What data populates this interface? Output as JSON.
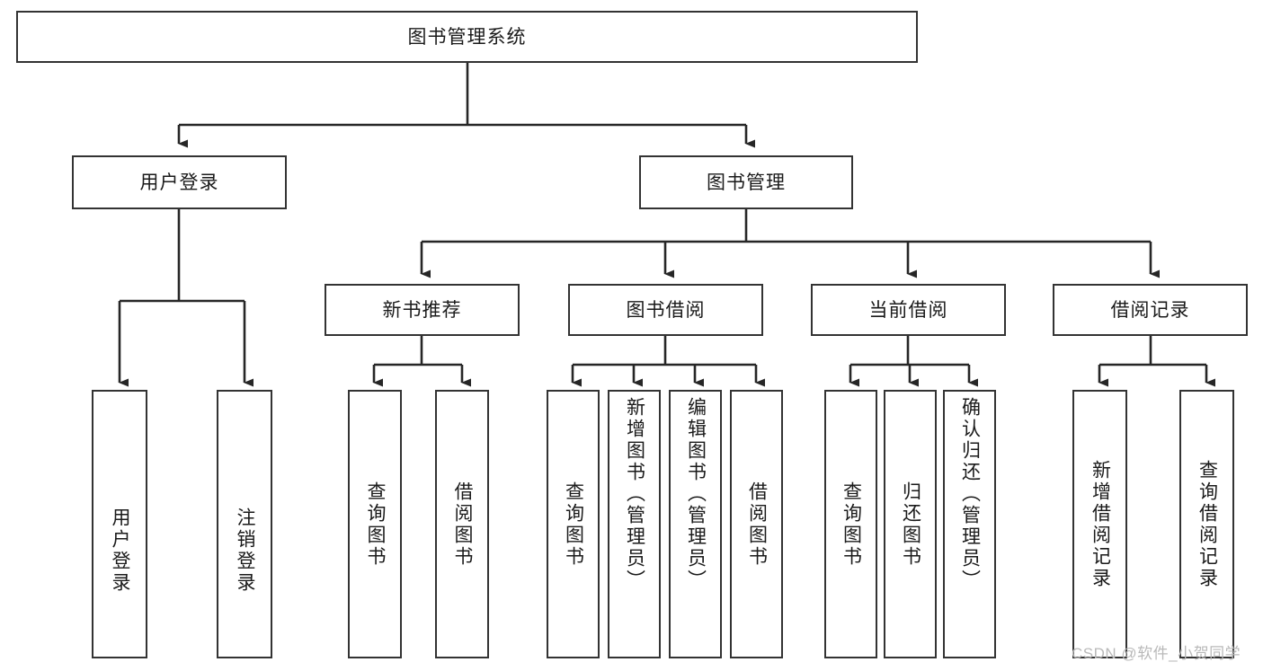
{
  "diagram": {
    "type": "tree",
    "title": "图书管理系统",
    "root": {
      "label": "图书管理系统"
    },
    "level2": [
      {
        "label": "用户登录"
      },
      {
        "label": "图书管理"
      }
    ],
    "level3": [
      {
        "label": "新书推荐"
      },
      {
        "label": "图书借阅"
      },
      {
        "label": "当前借阅"
      },
      {
        "label": "借阅记录"
      }
    ],
    "leaves": {
      "user_login": [
        {
          "label": "用户登录"
        },
        {
          "label": "注销登录"
        }
      ],
      "new_book_recommend": [
        {
          "label": "查询图书"
        },
        {
          "label": "借阅图书"
        }
      ],
      "book_borrow": [
        {
          "label": "查询图书"
        },
        {
          "label": "新增图书（管理员）"
        },
        {
          "label": "编辑图书（管理员）"
        },
        {
          "label": "借阅图书"
        }
      ],
      "current_borrow": [
        {
          "label": "查询图书"
        },
        {
          "label": "归还图书"
        },
        {
          "label": "确认归还（管理员）"
        }
      ],
      "borrow_record": [
        {
          "label": "新增借阅记录"
        },
        {
          "label": "查询借阅记录"
        }
      ]
    },
    "colors": {
      "stroke": "#333333",
      "fill": "#ffffff",
      "text": "#1a1a1a",
      "watermark": "#b9b9b9"
    }
  },
  "watermark": {
    "text": "CSDN @软件_小贺同学"
  }
}
